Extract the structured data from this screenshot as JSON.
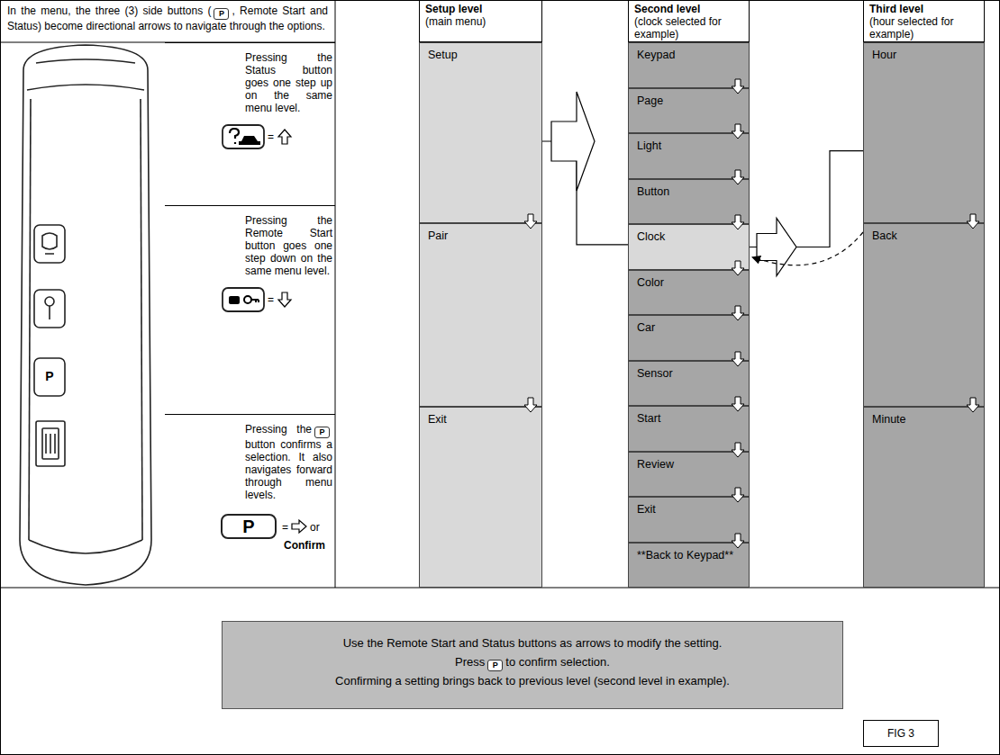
{
  "diagram": {
    "nodes": [
      {
        "text": [
          "In the menu, the three (3) side buttons (",
          ", Remote Start and Status) become directional arrows to navigate through the options."
        ]
      },
      {
        "text": [
          "Pressing the Status button goes one step up on the same menu level."
        ]
      },
      {
        "text": [
          "Pressing the Remote Start button goes one step down on the same menu level."
        ]
      },
      {
        "text": [
          "Pressing the",
          "button confirms a selection. It also navigates forward through menu levels."
        ]
      },
      {
        "text": [
          "Setup level",
          "(main menu)"
        ]
      },
      {
        "text": [
          "Setup"
        ]
      },
      {
        "text": [
          "Pair"
        ]
      },
      {
        "text": [
          "Exit"
        ]
      },
      {
        "text": [
          "Second level",
          "(clock selected for example)"
        ]
      },
      {
        "text": [
          "Keypad"
        ]
      },
      {
        "text": [
          "Page"
        ]
      },
      {
        "text": [
          "Light"
        ]
      },
      {
        "text": [
          "Button"
        ]
      },
      {
        "text": [
          "Clock"
        ]
      },
      {
        "text": [
          "Color"
        ]
      },
      {
        "text": [
          "Car"
        ]
      },
      {
        "text": [
          "Sensor"
        ]
      },
      {
        "text": [
          "Start"
        ]
      },
      {
        "text": [
          "Review"
        ]
      },
      {
        "text": [
          "Exit"
        ]
      },
      {
        "text": [
          "**Back to Keypad**"
        ]
      },
      {
        "text": [
          "Third level",
          "(hour selected for example)"
        ]
      },
      {
        "text": [
          "Hour"
        ]
      },
      {
        "text": [
          "Back"
        ]
      },
      {
        "text": [
          "Minute"
        ]
      },
      {
        "text": [
          "Use the Remote Start and Status buttons as arrows to modify the setting.",
          "Press",
          "to confirm selection.",
          "Confirming a setting brings back to previous level (second level in example)."
        ]
      },
      {
        "text": [
          "FIG 3"
        ]
      }
    ],
    "edges": [
      {
        "from": 5,
        "to": 13,
        "arrow": "to"
      },
      {
        "from": 13,
        "to": 22,
        "arrow": "to"
      },
      {
        "from": 23,
        "to": 13,
        "arrow": "to"
      }
    ],
    "labels": [
      "P",
      "P",
      "=",
      "=",
      "P",
      "P",
      "=",
      "or",
      "Confirm",
      "P"
    ]
  }
}
